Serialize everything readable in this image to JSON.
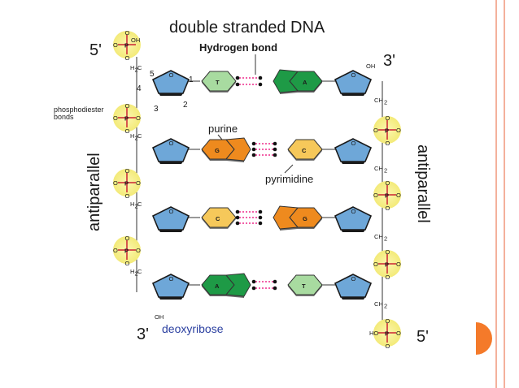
{
  "diagram": {
    "title": "double stranded DNA",
    "hydrogen_bond_label": "Hydrogen bond",
    "five_prime_top": "5'",
    "three_prime_top": "3'",
    "three_prime_bottom": "3'",
    "five_prime_bottom": "5'",
    "phosphodiester_label_1": "phosphodiester",
    "phosphodiester_label_2": "bonds",
    "antiparallel_left": "antiparallel",
    "antiparallel_right": "antiparallel",
    "purine_label": "purine",
    "pyrimidine_label": "pyrimidine",
    "deoxyribose_label": "deoxyribose",
    "carbon_numbers": [
      "5",
      "4",
      "3",
      "2",
      "1"
    ],
    "base_pairs": [
      {
        "left": "T",
        "right": "A"
      },
      {
        "left": "G",
        "right": "C"
      },
      {
        "left": "C",
        "right": "G"
      },
      {
        "left": "A",
        "right": "T"
      }
    ],
    "phosphate": {
      "p": "P",
      "o": "O",
      "o_minus": "O",
      "oh": "OH",
      "ho": "HO"
    },
    "sugar_groups": {
      "h2c": "H",
      "h2c_sub": "2",
      "h2c_c": "C",
      "ch2_c": "CH",
      "ch2_sub": "2",
      "oh": "OH"
    },
    "colors": {
      "sugar": "#6ea7d8",
      "phosphate": "#f6ee8c",
      "purine_green": "#1e9a46",
      "pyrimidine_green": "#a8dba0",
      "purine_orange": "#ee8a1e",
      "pyrimidine_yellow": "#f6c85a",
      "hbond": "#ee2b8c",
      "border": "#f4b19c",
      "nav": "#f47a2a"
    }
  }
}
